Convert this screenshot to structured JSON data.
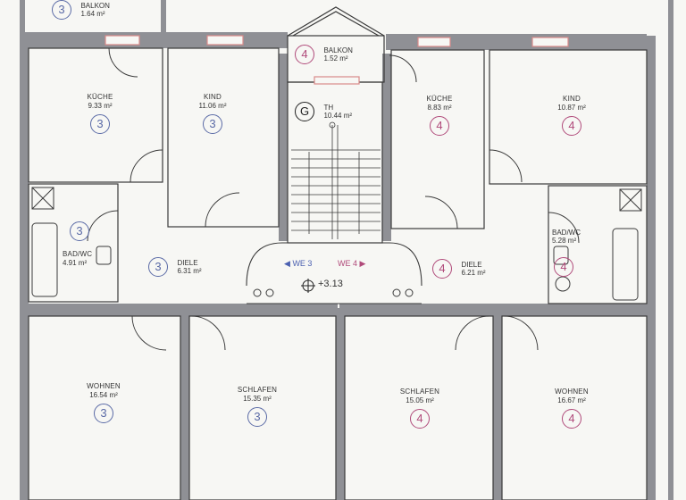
{
  "rooms": {
    "balkon_top_left": {
      "name": "BALKON",
      "area": "1.64 m²",
      "unit": "3"
    },
    "kueche_3": {
      "name": "KÜCHE",
      "area": "9.33 m²",
      "unit": "3"
    },
    "kind_3": {
      "name": "KIND",
      "area": "11.06 m²",
      "unit": "3"
    },
    "balkon_center": {
      "name": "BALKON",
      "area": "1.52 m²",
      "unit": "4"
    },
    "th": {
      "name": "TH",
      "area": "10.44 m²",
      "unit": "G"
    },
    "kueche_4": {
      "name": "KÜCHE",
      "area": "8.83 m²",
      "unit": "4"
    },
    "kind_4": {
      "name": "KIND",
      "area": "10.87 m²",
      "unit": "4"
    },
    "bad_3": {
      "name": "BAD/WC",
      "area": "4.91 m²",
      "unit": "3"
    },
    "diele_3": {
      "name": "DIELE",
      "area": "6.31 m²",
      "unit": "3"
    },
    "diele_4": {
      "name": "DIELE",
      "area": "6.21 m²",
      "unit": "4"
    },
    "bad_4": {
      "name": "BAD/WC",
      "area": "5.28 m²",
      "unit": "4"
    },
    "wohnen_3": {
      "name": "WOHNEN",
      "area": "16.54 m²",
      "unit": "3"
    },
    "schlafen_3": {
      "name": "SCHLAFEN",
      "area": "15.35 m²",
      "unit": "3"
    },
    "schlafen_4": {
      "name": "SCHLAFEN",
      "area": "15.05 m²",
      "unit": "4"
    },
    "wohnen_4": {
      "name": "WOHNEN",
      "area": "16.67 m²",
      "unit": "4"
    }
  },
  "landing": {
    "we3": "WE 3",
    "we4": "WE 4",
    "level": "+3.13"
  },
  "colors": {
    "wall": "#8f9095",
    "wall_dark": "#6f7076",
    "line": "#3a3a3a",
    "unit3": "#5a6aa6",
    "unit4": "#b04a7a",
    "window": "#d98a8a"
  }
}
